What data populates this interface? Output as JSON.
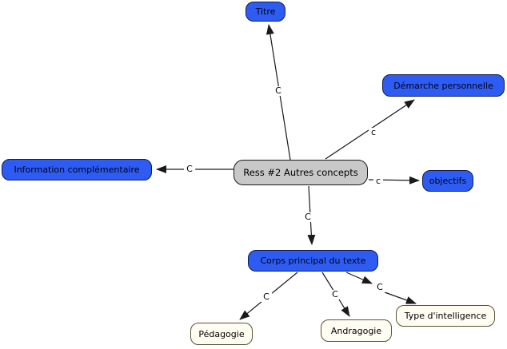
{
  "diagram": {
    "type": "concept-map",
    "central_concept": "Ress #2 Autres concepts"
  },
  "nodes": {
    "center": {
      "label": "Ress #2 Autres concepts",
      "style": "gray"
    },
    "titre": {
      "label": "Titre",
      "style": "blue"
    },
    "demarche": {
      "label": "Démarche personnelle",
      "style": "blue"
    },
    "objectifs": {
      "label": "objectifs",
      "style": "blue"
    },
    "information": {
      "label": "Information complémentaire",
      "style": "blue"
    },
    "corps": {
      "label": "Corps principal du texte",
      "style": "blue"
    },
    "pedagogie": {
      "label": "Pédagogie",
      "style": "leaf"
    },
    "andragogie": {
      "label": "Andragogie",
      "style": "leaf"
    },
    "type_intelligence": {
      "label": "Type d'intelligence",
      "style": "leaf"
    }
  },
  "links": {
    "center_titre": {
      "from": "center",
      "to": "titre",
      "label": "C"
    },
    "center_demarche": {
      "from": "center",
      "to": "demarche",
      "label": "c"
    },
    "center_objectifs": {
      "from": "center",
      "to": "objectifs",
      "label": "c"
    },
    "center_information": {
      "from": "center",
      "to": "information",
      "label": "C"
    },
    "center_corps": {
      "from": "center",
      "to": "corps",
      "label": "C"
    },
    "corps_pedagogie": {
      "from": "corps",
      "to": "pedagogie",
      "label": "C"
    },
    "corps_andragogie": {
      "from": "corps",
      "to": "andragogie",
      "label": "C"
    },
    "corps_type": {
      "from": "corps",
      "to": "type_intelligence",
      "label": "C"
    }
  },
  "colors": {
    "canvas_bg": "#ffffff",
    "node_blue_fill": "#2e5bf1",
    "node_blue_border": "#0f1d52",
    "node_blue_text": "#000318",
    "node_gray_fill": "#c8c8c8",
    "node_gray_border": "#1a1a1a",
    "node_leaf_fill": "#fffdf2",
    "node_leaf_border": "#55553a",
    "line_color": "#1a1a1a"
  }
}
